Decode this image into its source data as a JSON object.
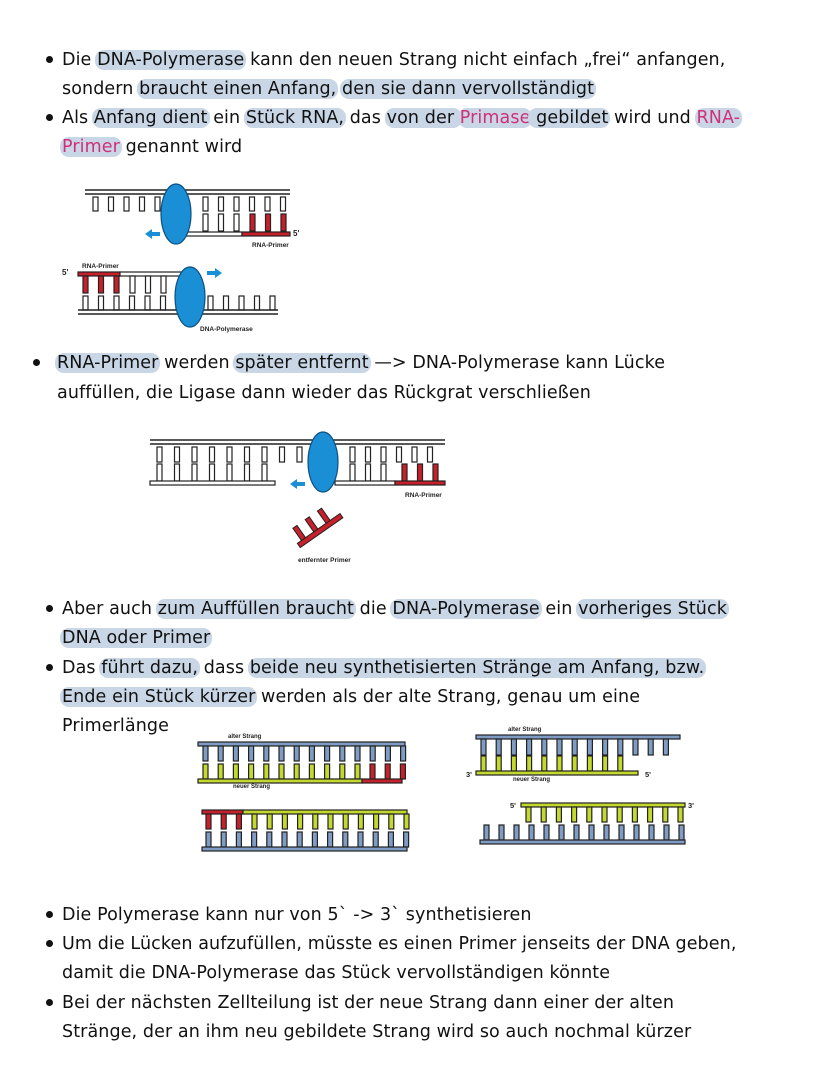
{
  "colors": {
    "highlight": "#c9d6e6",
    "pink": "#d0307a",
    "enzyme": "#1a8fd6",
    "primer": "#c8202a",
    "old_strand": "#7e9cc4",
    "new_strand": "#c4d92e"
  },
  "lines": [
    {
      "bullet": true,
      "segs": [
        {
          "t": "Die "
        },
        {
          "t": "DNA-Polymerase",
          "hl": true
        },
        {
          "t": " kann den neuen Strang nicht einfach „frei“ anfangen,"
        }
      ]
    },
    {
      "segs": [
        {
          "t": "sondern "
        },
        {
          "t": "braucht einen Anfang,",
          "hl": true
        },
        {
          "t": " "
        },
        {
          "t": "den sie dann vervollständigt",
          "hl": true
        }
      ]
    },
    {
      "bullet": true,
      "segs": [
        {
          "t": "Als "
        },
        {
          "t": "Anfang dient",
          "hl": true
        },
        {
          "t": " ein "
        },
        {
          "t": "Stück RNA,",
          "hl": true
        },
        {
          "t": " das "
        },
        {
          "t": "von der ",
          "hl": true
        },
        {
          "t": "Primase",
          "hl": true,
          "pink": true
        },
        {
          "t": " gebildet",
          "hl": true
        },
        {
          "t": " wird und "
        },
        {
          "t": "RNA-",
          "hl": true,
          "pink": true
        }
      ]
    },
    {
      "segs": [
        {
          "t": "Primer",
          "hl": true,
          "pink": true
        },
        {
          "t": " genannt wird"
        }
      ]
    },
    {
      "bullet": true,
      "segs": [
        {
          "t": "RNA-Primer",
          "hl": true
        },
        {
          "t": " werden "
        },
        {
          "t": "später entfernt",
          "hl": true
        },
        {
          "t": " —> DNA-Polymerase kann Lücke"
        }
      ]
    },
    {
      "segs": [
        {
          "t": "auffüllen, die Ligase dann wieder das Rückgrat verschließen"
        }
      ]
    },
    {
      "bullet": true,
      "segs": [
        {
          "t": "Aber auch "
        },
        {
          "t": "zum Auffüllen braucht",
          "hl": true
        },
        {
          "t": " die "
        },
        {
          "t": "DNA-Polymerase",
          "hl": true
        },
        {
          "t": " ein "
        },
        {
          "t": "vorheriges Stück",
          "hl": true
        }
      ]
    },
    {
      "segs": [
        {
          "t": "DNA oder Primer",
          "hl": true
        }
      ]
    },
    {
      "bullet": true,
      "segs": [
        {
          "t": "Das "
        },
        {
          "t": "führt dazu,",
          "hl": true
        },
        {
          "t": " dass "
        },
        {
          "t": "beide neu synthetisierten Stränge am Anfang, bzw.",
          "hl": true
        }
      ]
    },
    {
      "segs": [
        {
          "t": "Ende ein Stück kürzer",
          "hl": true
        },
        {
          "t": " werden als der alte Strang, genau um eine"
        }
      ]
    },
    {
      "segs": [
        {
          "t": "Primerlänge"
        }
      ]
    },
    {
      "bullet": true,
      "segs": [
        {
          "t": "Die Polymerase kann nur von 5` -> 3` synthetisieren"
        }
      ]
    },
    {
      "bullet": true,
      "segs": [
        {
          "t": "Um die Lücken aufzufüllen, müsste es einen Primer jenseits der DNA geben,"
        }
      ]
    },
    {
      "segs": [
        {
          "t": "damit die DNA-Polymerase das Stück vervollständigen könnte"
        }
      ]
    },
    {
      "bullet": true,
      "segs": [
        {
          "t": "Bei der nächsten Zellteilung ist der neue Strang dann einer der alten"
        }
      ]
    },
    {
      "segs": [
        {
          "t": "Stränge, der an ihm neu gebildete Strang wird so auch nochmal kürzer"
        }
      ]
    }
  ],
  "diagram1": {
    "five_prime_a": "5'",
    "primer_a": "RNA-Primer",
    "five_prime_b": "5'",
    "primer_b": "RNA-Primer",
    "enzyme": "DNA-Polymerase"
  },
  "diagram2": {
    "primer": "RNA-Primer",
    "removed": "entfernter Primer"
  },
  "diagram3": {
    "old_a": "alter Strang",
    "new_a": "neuer Strang",
    "old_b": "alter Strang",
    "new_b": "neuer Strang",
    "three_a": "3'",
    "five_a": "5'",
    "five_b": "5'",
    "three_b": "3'"
  }
}
